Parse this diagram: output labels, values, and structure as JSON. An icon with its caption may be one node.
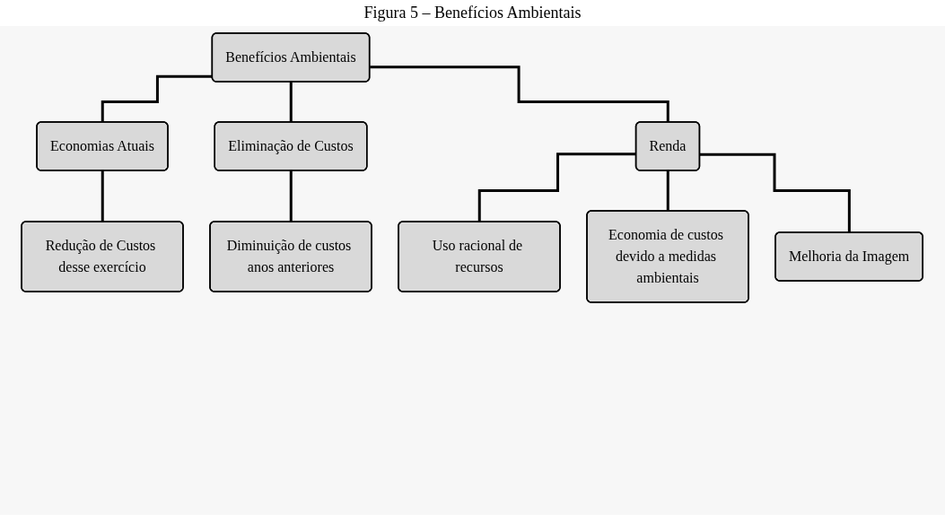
{
  "diagram": {
    "title": "Figura 5 – Benefícios Ambientais",
    "nodes": [
      {
        "text": [
          "Benefícios Ambientais"
        ]
      },
      {
        "text": [
          "Economias Atuais"
        ]
      },
      {
        "text": [
          "Eliminação de Custos"
        ]
      },
      {
        "text": [
          "Renda"
        ]
      },
      {
        "text": [
          "Redução de Custos desse exercício"
        ]
      },
      {
        "text": [
          "Diminuição de custos anos anteriores"
        ]
      },
      {
        "text": [
          "Uso racional de recursos"
        ]
      },
      {
        "text": [
          "Economia de custos devido a medidas ambientais"
        ]
      },
      {
        "text": [
          "Melhoria da Imagem"
        ]
      }
    ],
    "edges": [
      {
        "from": 0,
        "to": 1,
        "arrow": "none"
      },
      {
        "from": 0,
        "to": 2,
        "arrow": "none"
      },
      {
        "from": 0,
        "to": 3,
        "arrow": "none"
      },
      {
        "from": 1,
        "to": 4,
        "arrow": "none"
      },
      {
        "from": 2,
        "to": 5,
        "arrow": "none"
      },
      {
        "from": 3,
        "to": 6,
        "arrow": "none"
      },
      {
        "from": 3,
        "to": 7,
        "arrow": "none"
      },
      {
        "from": 3,
        "to": 8,
        "arrow": "none"
      }
    ]
  }
}
